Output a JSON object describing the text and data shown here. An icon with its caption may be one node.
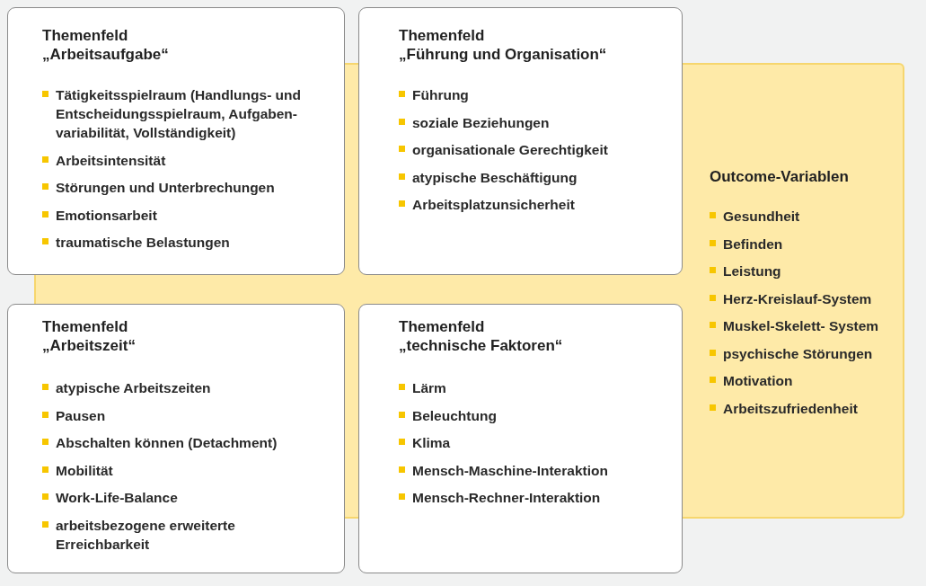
{
  "diagram": {
    "nodes": [
      {
        "text": [
          "Themenfeld „Arbeitsaufgabe“",
          "Tätigkeitsspielraum (Handlungs- und Entscheidungsspielraum, Aufgaben-variabilität, Vollständigkeit)",
          "Arbeitsintensität",
          "Störungen und Unterbrechungen",
          "Emotionsarbeit",
          "traumatische Belastungen"
        ]
      },
      {
        "text": [
          "Themenfeld „Führung und Organisation“",
          "Führung",
          "soziale Beziehungen",
          "organisationale Gerechtigkeit",
          "atypische Beschäftigung",
          "Arbeitsplatzunsicherheit"
        ]
      },
      {
        "text": [
          "Outcome-Variablen",
          "Gesundheit",
          "Befinden",
          "Leistung",
          "Herz-Kreislauf-System",
          "Muskel-Skelett- System",
          "psychische Störungen",
          "Motivation",
          "Arbeitszufriedenheit"
        ]
      },
      {
        "text": [
          "Themenfeld „Arbeitszeit“",
          "atypische Arbeitszeiten",
          "Pausen",
          "Abschalten können (Detachment)",
          "Mobilität",
          "Work-Life-Balance",
          "arbeitsbezogene erweiterte Erreichbarkeit"
        ]
      },
      {
        "text": [
          "Themenfeld „technische Faktoren“",
          "Lärm",
          "Beleuchtung",
          "Klima",
          "Mensch-Maschine-Interaktion",
          "Mensch-Rechner-Interaktion"
        ]
      }
    ],
    "edges": []
  }
}
